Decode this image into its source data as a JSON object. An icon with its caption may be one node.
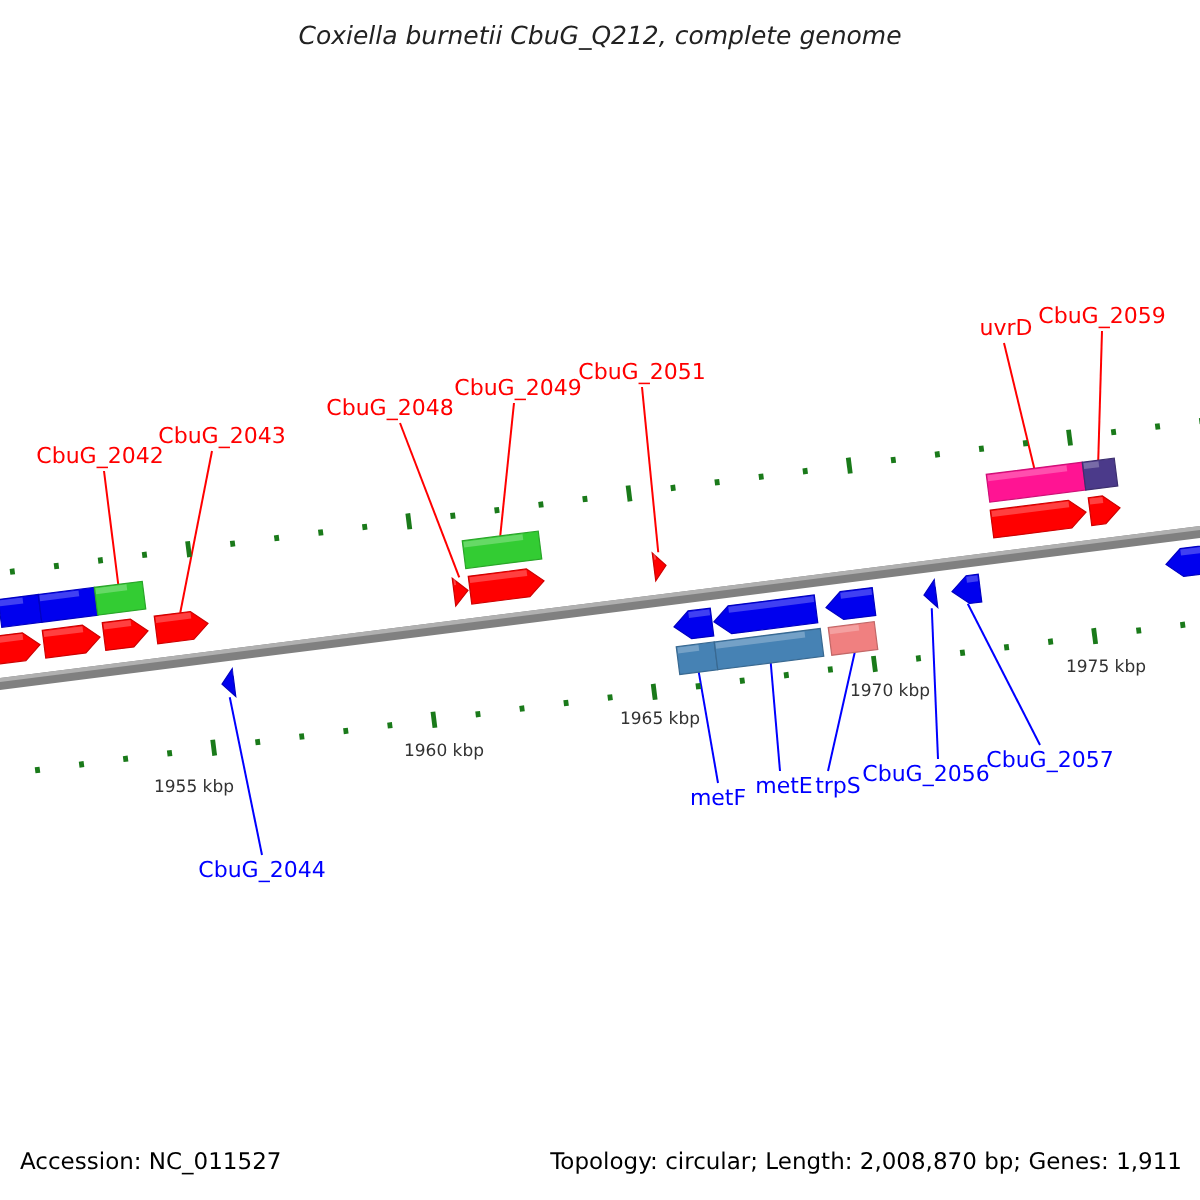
{
  "diagram": {
    "title": "Coxiella burnetii CbuG_Q212, complete genome",
    "nodes": [
      {
        "text": [
          "CbuG_2042"
        ]
      },
      {
        "text": [
          "CbuG_2043"
        ]
      },
      {
        "text": [
          "CbuG_2048"
        ]
      },
      {
        "text": [
          "CbuG_2049"
        ]
      },
      {
        "text": [
          "CbuG_2051"
        ]
      },
      {
        "text": [
          "uvrD"
        ]
      },
      {
        "text": [
          "CbuG_2059"
        ]
      },
      {
        "text": [
          "CbuG_2044"
        ]
      },
      {
        "text": [
          "metF"
        ]
      },
      {
        "text": [
          "metE"
        ]
      },
      {
        "text": [
          "trpS"
        ]
      },
      {
        "text": [
          "CbuG_2056"
        ]
      },
      {
        "text": [
          "CbuG_2057"
        ]
      },
      {
        "text": [],
        "shape": "bar"
      },
      {
        "text": [],
        "shape": "bar"
      },
      {
        "text": [],
        "shape": "bar"
      },
      {
        "text": [],
        "shape": "bar"
      },
      {
        "text": [],
        "shape": "bar"
      },
      {
        "text": [],
        "shape": "bar"
      },
      {
        "text": [],
        "shape": "bar"
      },
      {
        "text": [],
        "shape": "bar"
      },
      {
        "text": [],
        "shape": "bar"
      },
      {
        "text": [],
        "shape": "bar"
      },
      {
        "text": [],
        "shape": "bar"
      },
      {
        "text": [],
        "shape": "bar"
      },
      {
        "text": [],
        "shape": "bar"
      },
      {
        "text": [],
        "shape": "bar"
      },
      {
        "text": [],
        "shape": "bar"
      },
      {
        "text": [],
        "shape": "bar"
      },
      {
        "text": [],
        "shape": "bar"
      },
      {
        "text": [],
        "shape": "bar"
      },
      {
        "text": [],
        "shape": "bar"
      },
      {
        "text": [],
        "shape": "bar"
      },
      {
        "text": [],
        "shape": "bar"
      },
      {
        "text": [],
        "shape": "bar"
      },
      {
        "text": [],
        "shape": "bar"
      },
      {
        "text": [],
        "shape": "bar"
      },
      {
        "text": [],
        "shape": "bar"
      }
    ],
    "edges": [
      {
        "from": 0,
        "to": 17,
        "arrow": "none"
      },
      {
        "from": 1,
        "to": 19,
        "arrow": "none"
      },
      {
        "from": 2,
        "to": 21,
        "arrow": "none"
      },
      {
        "from": 3,
        "to": 22,
        "arrow": "none"
      },
      {
        "from": 4,
        "to": 24,
        "arrow": "none"
      },
      {
        "from": 5,
        "to": 33,
        "arrow": "none"
      },
      {
        "from": 6,
        "to": 35,
        "arrow": "none"
      },
      {
        "from": 7,
        "to": 20,
        "arrow": "none",
        "color": "#0000ff"
      },
      {
        "from": 8,
        "to": 26,
        "arrow": "none",
        "color": "#0000ff"
      },
      {
        "from": 9,
        "to": 28,
        "arrow": "none",
        "color": "#0000ff"
      },
      {
        "from": 10,
        "to": 30,
        "arrow": "none",
        "color": "#0000ff"
      },
      {
        "from": 11,
        "to": 31,
        "arrow": "none",
        "color": "#0000ff"
      },
      {
        "from": 12,
        "to": 32,
        "arrow": "none",
        "color": "#0000ff"
      }
    ],
    "labels": [
      "1955 kbp",
      "1960 kbp",
      "1965 kbp",
      "1970 kbp",
      "1975 kbp",
      "Accession: NC_011527",
      "Topology: circular; Length: 2,008,870 bp; Genes: 1,911"
    ]
  }
}
